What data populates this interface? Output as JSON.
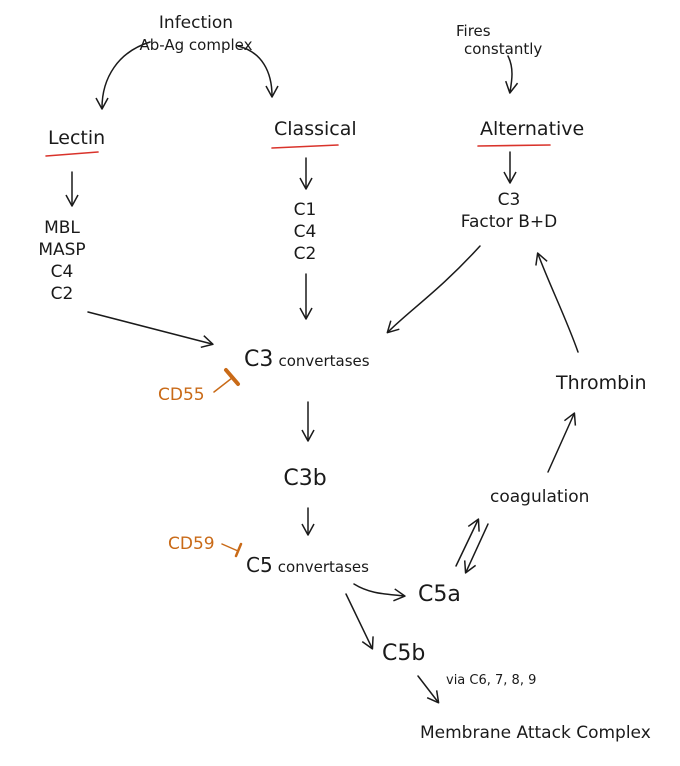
{
  "colors": {
    "ink": "#1a1a1a",
    "underline": "#d9332b",
    "inhibitor": "#c96a17"
  },
  "trigger": {
    "line1": "Infection",
    "line2": "Ab-Ag complex"
  },
  "alt_trigger": {
    "line1": "Fires",
    "line2": "constantly"
  },
  "pathways": {
    "lectin": {
      "label": "Lectin",
      "components": [
        "MBL",
        "MASP",
        "C4",
        "C2"
      ]
    },
    "classical": {
      "label": "Classical",
      "components": [
        "C1",
        "C4",
        "C2"
      ]
    },
    "alternative": {
      "label": "Alternative",
      "components": [
        "C3",
        "Factor B+D"
      ]
    }
  },
  "cascade": {
    "c3_big": "C3",
    "c3_small": "convertases",
    "c3b": "C3b",
    "c5_big": "C5",
    "c5_small": "convertases",
    "c5a": "C5a",
    "c5b": "C5b",
    "via": "via C6, 7, 8, 9",
    "mac": "Membrane Attack Complex"
  },
  "inhibitors": {
    "cd55": "CD55",
    "cd59": "CD59"
  },
  "coagulation": {
    "coag": "coagulation",
    "thrombin": "Thrombin"
  }
}
